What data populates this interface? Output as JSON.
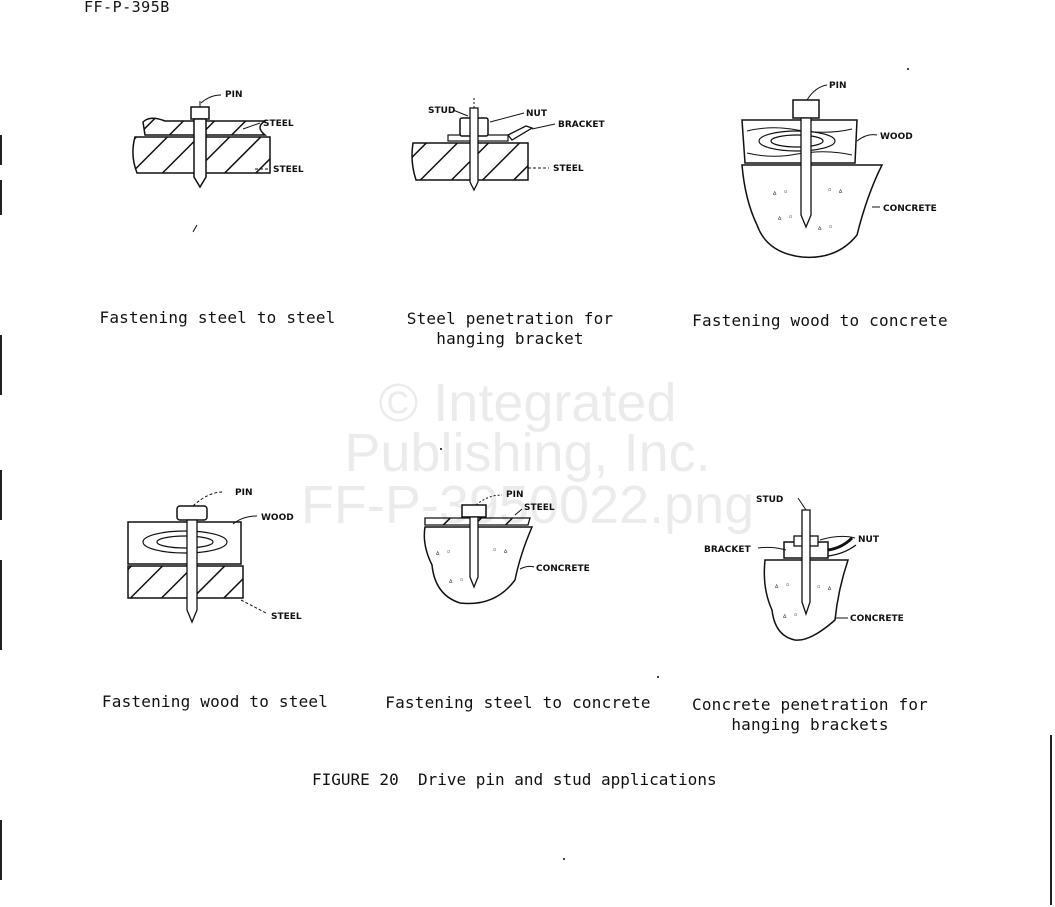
{
  "document": {
    "id": "FF-P-395B",
    "figure_title": "FIGURE 20  Drive pin and stud applications"
  },
  "watermark": {
    "line1": "© Integrated",
    "line2": "Publishing, Inc.",
    "line3": "FF-P-3950022.png"
  },
  "figures": [
    {
      "caption": "Fastening steel to steel",
      "labels": {
        "pin": "PIN",
        "steel_top": "STEEL",
        "steel_bottom": "STEEL"
      }
    },
    {
      "caption": "Steel penetration for\nhanging bracket",
      "labels": {
        "stud": "STUD",
        "nut": "NUT",
        "bracket": "BRACKET",
        "steel": "STEEL"
      }
    },
    {
      "caption": "Fastening wood to concrete",
      "labels": {
        "pin": "PIN",
        "wood": "WOOD",
        "concrete": "CONCRETE"
      }
    },
    {
      "caption": "Fastening wood to steel",
      "labels": {
        "pin": "PIN",
        "wood": "WOOD",
        "steel": "STEEL"
      }
    },
    {
      "caption": "Fastening steel to concrete",
      "labels": {
        "pin": "PIN",
        "steel": "STEEL",
        "concrete": "CONCRETE"
      }
    },
    {
      "caption": "Concrete penetration for\nhanging brackets",
      "labels": {
        "stud": "STUD",
        "bracket": "BRACKET",
        "nut": "NUT",
        "concrete": "CONCRETE"
      }
    }
  ]
}
